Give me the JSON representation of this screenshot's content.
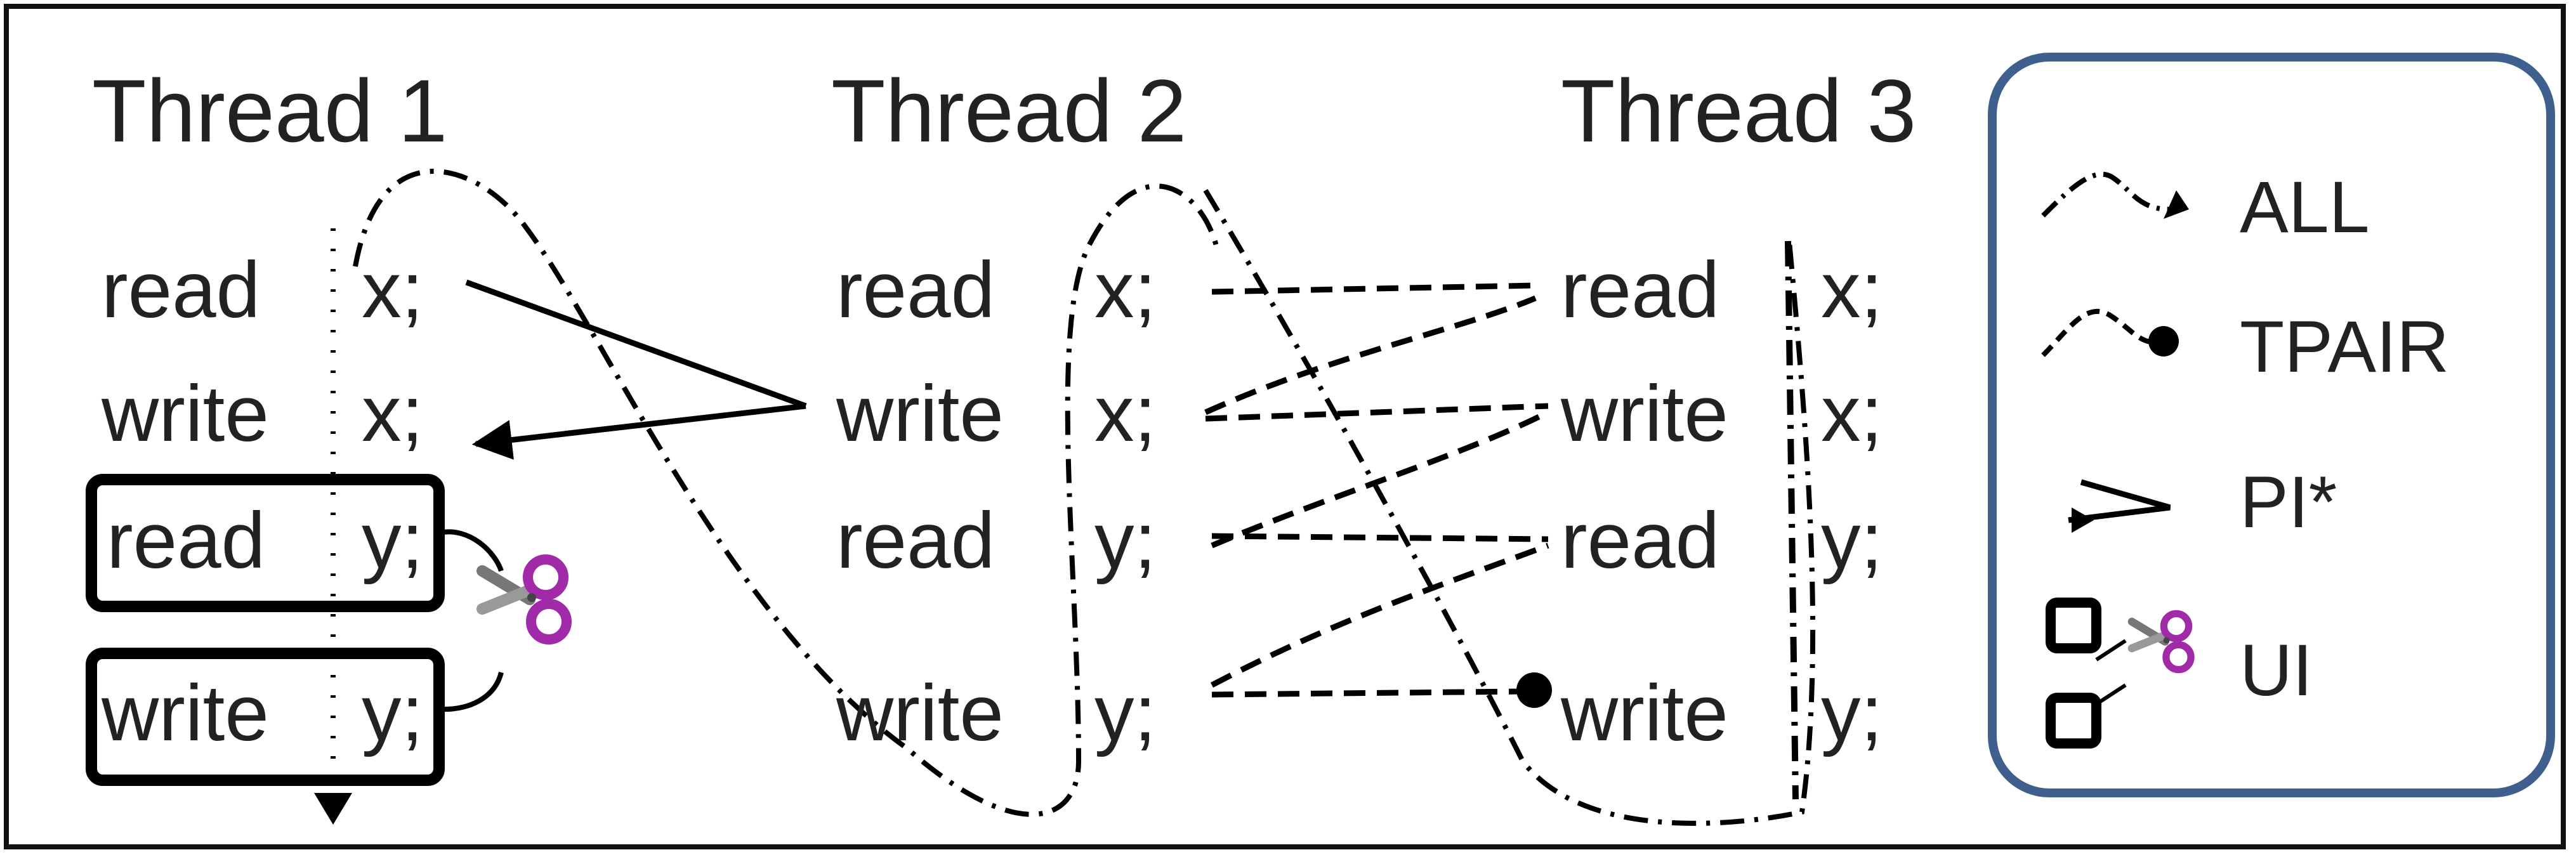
{
  "threads": [
    {
      "title": "Thread 1",
      "ops": [
        {
          "op": "read",
          "var": "x;"
        },
        {
          "op": "write",
          "var": "x;"
        },
        {
          "op": "read",
          "var": "y;"
        },
        {
          "op": "write",
          "var": "y;"
        }
      ]
    },
    {
      "title": "Thread 2",
      "ops": [
        {
          "op": "read",
          "var": "x;"
        },
        {
          "op": "write",
          "var": "x;"
        },
        {
          "op": "read",
          "var": "y;"
        },
        {
          "op": "write",
          "var": "y;"
        }
      ]
    },
    {
      "title": "Thread 3",
      "ops": [
        {
          "op": "read",
          "var": "x;"
        },
        {
          "op": "write",
          "var": "x;"
        },
        {
          "op": "read",
          "var": "y;"
        },
        {
          "op": "write",
          "var": "y;"
        }
      ]
    }
  ],
  "legend": {
    "border_color": "#3f5f8f",
    "items": [
      {
        "icon": "dash-dot-arrow-icon",
        "label": "ALL"
      },
      {
        "icon": "dashed-dot-end-icon",
        "label": "TPAIR"
      },
      {
        "icon": "solid-arrow-icon",
        "label": "PI*"
      },
      {
        "icon": "boxes-scissors-icon",
        "label": "UI"
      }
    ]
  },
  "colors": {
    "text": "#222222",
    "scissors_handle": "#a02aa8",
    "legend_border": "#3f5f8f"
  }
}
